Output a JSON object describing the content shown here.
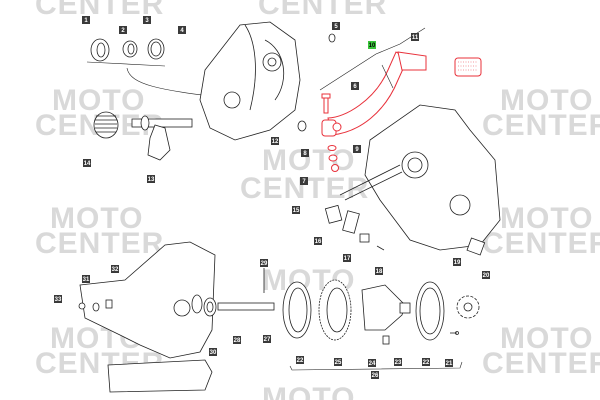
{
  "watermark": {
    "line1": "MOTO",
    "line2": "CENTER"
  },
  "colors": {
    "highlight_part": "#e8303a",
    "selected_callout": "#39c43a",
    "watermark": "#d9d9d9"
  },
  "selected_part": "10",
  "callouts": [
    "1",
    "2",
    "3",
    "4",
    "5",
    "10",
    "11",
    "6",
    "12",
    "14",
    "13",
    "8",
    "9",
    "7",
    "15",
    "16",
    "17",
    "18",
    "19",
    "20",
    "29",
    "31",
    "32",
    "33",
    "28",
    "30",
    "27",
    "22",
    "25",
    "24",
    "23",
    "22",
    "21",
    "26"
  ]
}
